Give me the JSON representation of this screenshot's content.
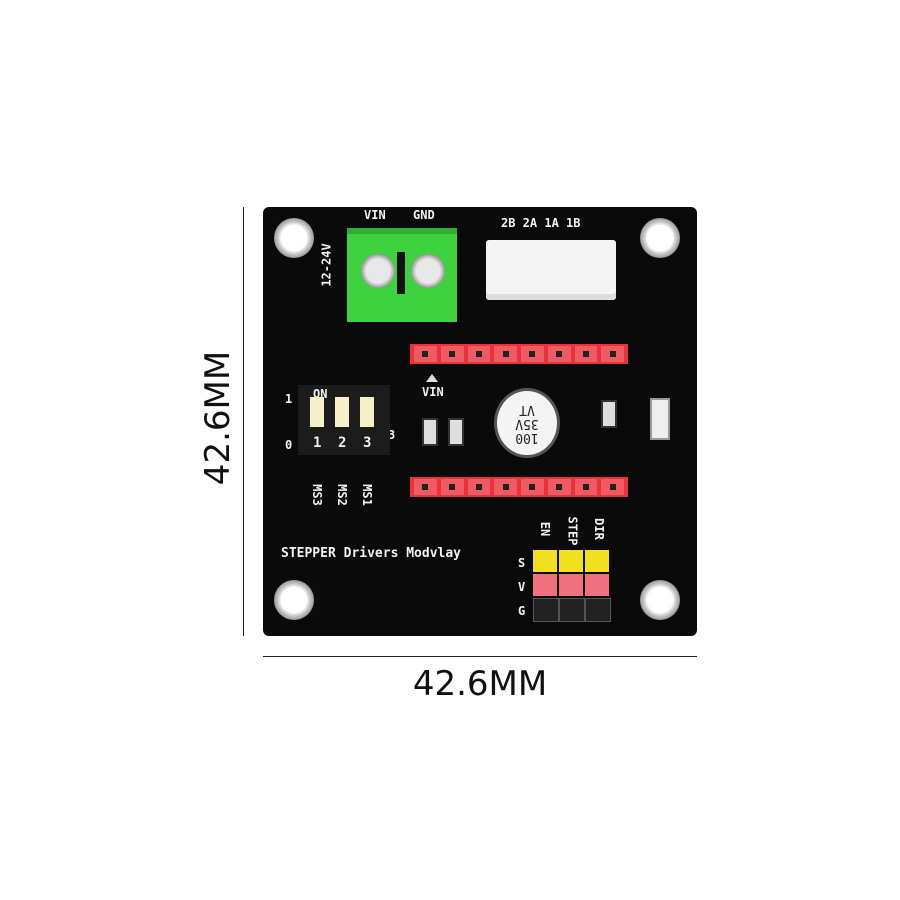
{
  "dimensions": {
    "height_label": "42.6MM",
    "width_label": "42.6MM"
  },
  "board": {
    "terminal": {
      "vin": "VIN",
      "gnd": "GND",
      "voltage": "12-24V"
    },
    "motor_connector": {
      "pins": "2B 2A 1A 1B"
    },
    "vin_marker": "VIN",
    "dip": {
      "on": "ON",
      "one": "1",
      "zero": "0",
      "three_mark": "3",
      "switches": [
        "1",
        "2",
        "3"
      ],
      "labels": [
        "MS3",
        "MS2",
        "MS1"
      ]
    },
    "capacitor": {
      "line1": "VT",
      "line2": "35V",
      "line3": "100"
    },
    "title": "STEPPER Drivers Modvlay",
    "signal_labels": [
      "EN",
      "STEP",
      "DIR"
    ],
    "row_labels": [
      "S",
      "V",
      "G"
    ]
  },
  "colors": {
    "pcb": "#0a0a0a",
    "terminal": "#3fd23f",
    "header": "#e8323c",
    "signal": "#f0e020",
    "power": "#f07080",
    "ground": "#222222"
  }
}
